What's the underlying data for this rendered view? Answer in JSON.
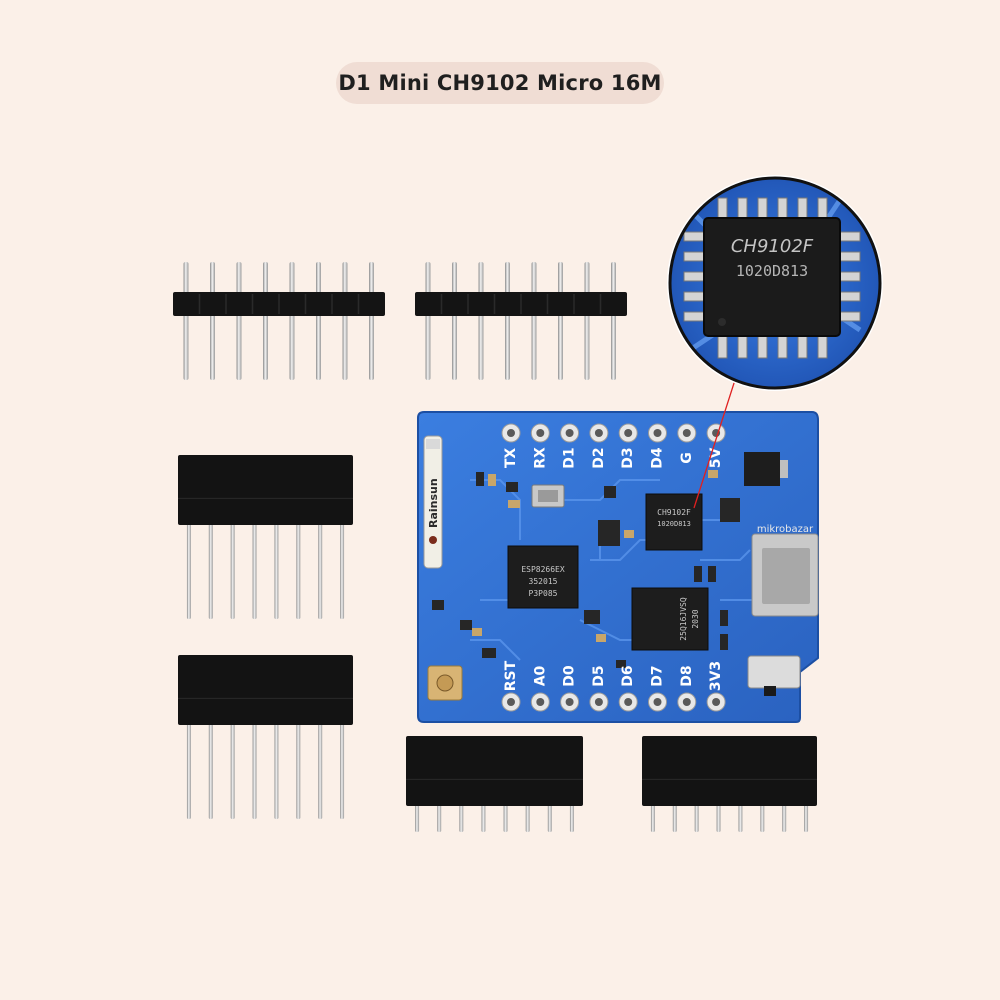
{
  "title": "D1 Mini CH9102 Micro 16M",
  "board": {
    "top_pins": [
      "TX",
      "RX",
      "D1",
      "D2",
      "D3",
      "D4",
      "G",
      "5V"
    ],
    "bottom_pins": [
      "RST",
      "A0",
      "D0",
      "D5",
      "D6",
      "D7",
      "D8",
      "3V3"
    ],
    "antenna_brand": "Rainsun",
    "usb_chip_label": [
      "CH9102F",
      "1020D813"
    ],
    "mcu_label": [
      "ESP8266EX",
      "352015",
      "P3P085"
    ],
    "flash_label": [
      "25Q16JVSQ",
      "2030"
    ],
    "watermark": "mikrobazar"
  },
  "zoom": {
    "chip_line1": "CH9102F",
    "chip_line2": "1020D813"
  },
  "colors": {
    "background": "#fbf0e8",
    "pill": "#f0ddd4",
    "pcb": "#2f6fcf",
    "header": "#121212",
    "pin": "#cfcfcf"
  }
}
